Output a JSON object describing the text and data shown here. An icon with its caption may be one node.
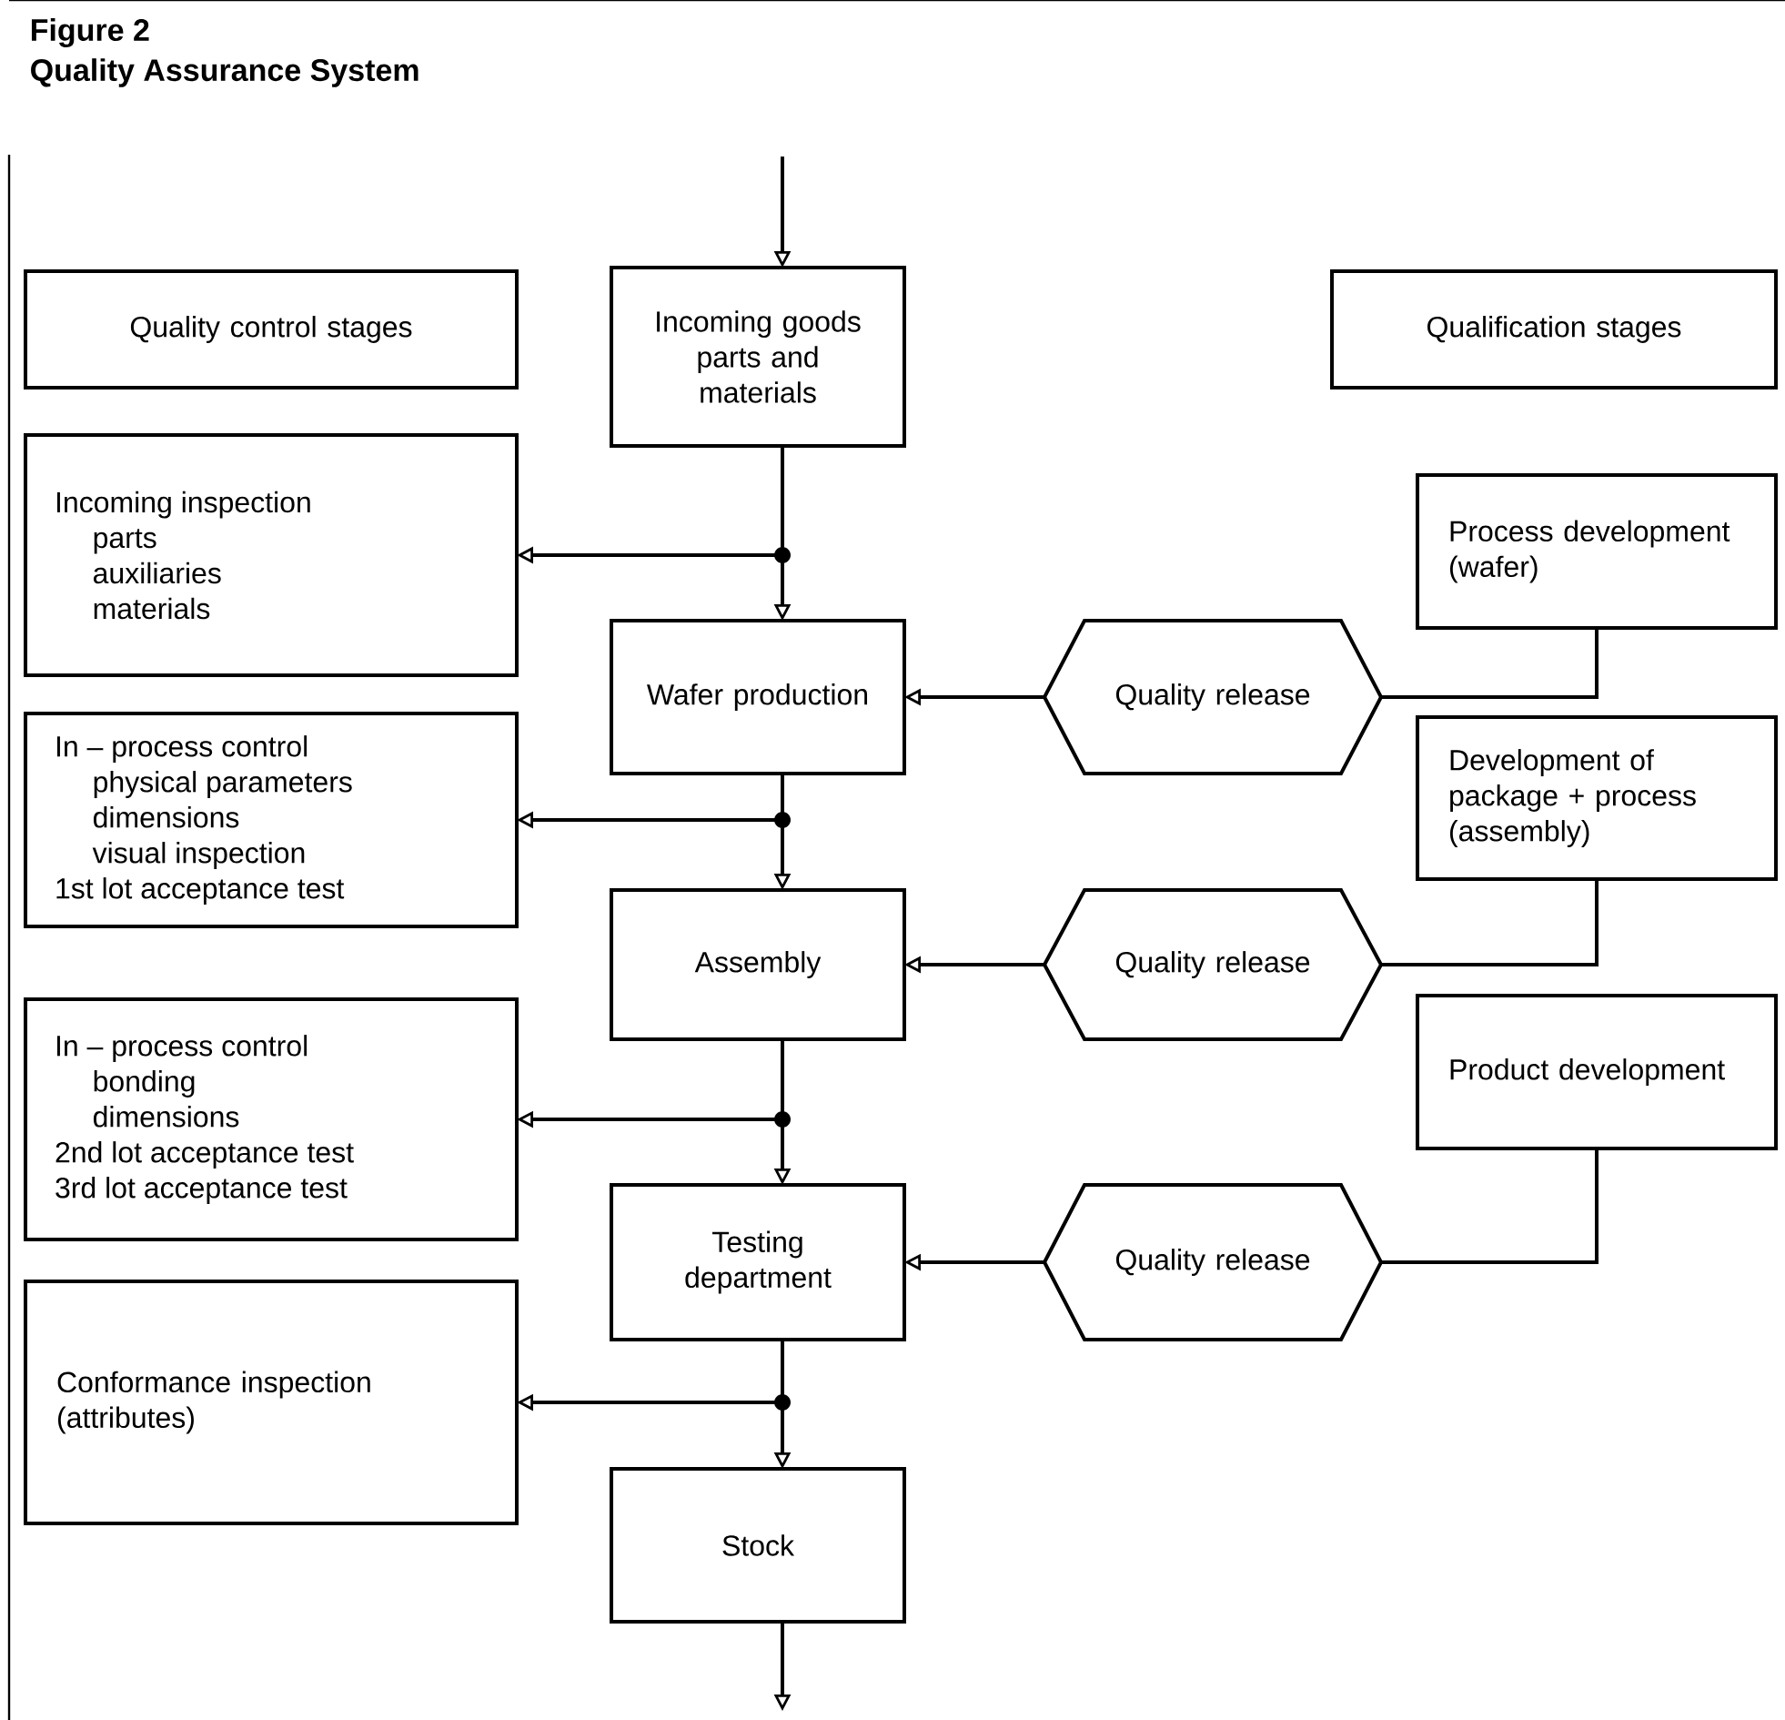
{
  "diagram": {
    "title": "Quality Assurance System",
    "nodes": [
      {
        "text": [
          "Quality control stages"
        ]
      },
      {
        "text": [
          "Incoming goods parts and materials"
        ]
      },
      {
        "text": [
          "Qualification stages"
        ]
      },
      {
        "text": [
          "Incoming inspection",
          "parts",
          "auxiliaries",
          "materials"
        ]
      },
      {
        "text": [
          "Process development (wafer)"
        ]
      },
      {
        "text": [
          "Wafer production"
        ]
      },
      {
        "text": [
          "Quality release"
        ]
      },
      {
        "text": [
          "In – process control",
          "physical parameters",
          "dimensions",
          "visual inspection",
          "1st lot acceptance test"
        ]
      },
      {
        "text": [
          "Development of package + process (assembly)"
        ]
      },
      {
        "text": [
          "Assembly"
        ]
      },
      {
        "text": [
          "Quality release"
        ]
      },
      {
        "text": [
          "In – process control",
          "bonding",
          "dimensions",
          "2nd lot acceptance test",
          "3rd lot acceptance test"
        ]
      },
      {
        "text": [
          "Product development"
        ]
      },
      {
        "text": [
          "Testing department"
        ]
      },
      {
        "text": [
          "Quality release"
        ]
      },
      {
        "text": [
          "Conformance inspection (attributes)"
        ]
      },
      {
        "text": [
          "Stock"
        ]
      }
    ],
    "edges": [
      {
        "from": null,
        "to": 1,
        "arrow": "to"
      },
      {
        "from": 1,
        "to": 3,
        "arrow": "to"
      },
      {
        "from": 1,
        "to": 5,
        "arrow": "to"
      },
      {
        "from": 4,
        "to": 6,
        "arrow": "none"
      },
      {
        "from": 6,
        "to": 5,
        "arrow": "to"
      },
      {
        "from": 5,
        "to": 7,
        "arrow": "to"
      },
      {
        "from": 5,
        "to": 9,
        "arrow": "to"
      },
      {
        "from": 8,
        "to": 10,
        "arrow": "none"
      },
      {
        "from": 10,
        "to": 9,
        "arrow": "to"
      },
      {
        "from": 9,
        "to": 11,
        "arrow": "to"
      },
      {
        "from": 9,
        "to": 13,
        "arrow": "to"
      },
      {
        "from": 12,
        "to": 14,
        "arrow": "none"
      },
      {
        "from": 14,
        "to": 13,
        "arrow": "to"
      },
      {
        "from": 13,
        "to": 15,
        "arrow": "to"
      },
      {
        "from": 13,
        "to": 16,
        "arrow": "to"
      },
      {
        "from": 16,
        "to": null,
        "arrow": "to"
      }
    ],
    "labels": [
      "Figure 2"
    ]
  }
}
